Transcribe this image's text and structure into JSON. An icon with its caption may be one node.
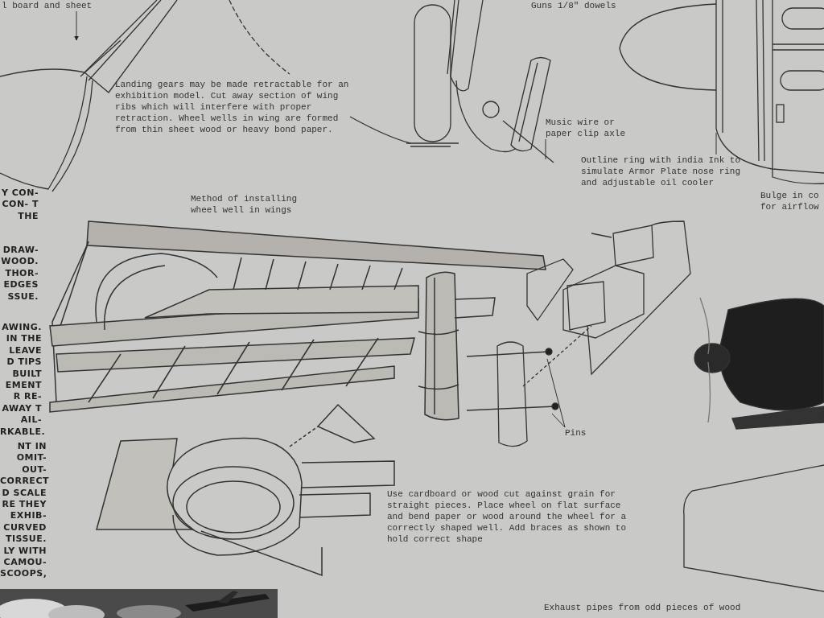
{
  "diagram": {
    "nodes": [
      {
        "text": [
          "l board and sheet"
        ]
      },
      {
        "text": [
          "Music wire or paper clip axle"
        ]
      },
      {
        "text": [
          "Outline ring with india Ink to simulate Armor Plate nose ring and adjustable oil cooler"
        ]
      },
      {
        "text": [
          "Pins"
        ]
      },
      {
        "text": [],
        "shape": "picture"
      }
    ],
    "edges": [
      {
        "from": 0,
        "to": null,
        "arrow": "to"
      },
      {
        "from": 1,
        "to": null,
        "arrow": "none"
      },
      {
        "from": 2,
        "to": null,
        "arrow": "none"
      },
      {
        "from": 3,
        "to": null,
        "arrow": "none"
      },
      {
        "from": 3,
        "to": null,
        "arrow": "none"
      }
    ],
    "labels": [
      "Guns 1/8\" dowels",
      "Landing gears may be made retractable for an exhibition model.  Cut away section of wing ribs which will interfere with proper retraction.  Wheel wells in wing are formed from thin sheet wood or heavy bond paper.",
      "Y CON- CON- T THE",
      "Bulge in co for airflow",
      "Method of installing wheel well in wings",
      "DRAW- WOOD. THOR- EDGES SSUE.",
      "AWING. IN THE LEAVE D TIPS BUILT EMENT R RE- AWAY T AIL- RKABLE.",
      "NT IN OMIT- OUT- CORRECT D SCALE RE THEY EXHIB- CURVED TISSUE. LY WITH CAMOU- SCOOPS,",
      "Use cardboard or wood cut against grain for straight pieces.  Place wheel on flat surface and bend paper or wood around the wheel for a correctly shaped well.  Add braces as shown to hold correct shape",
      "Exhaust pipes from odd pieces of wood"
    ]
  }
}
